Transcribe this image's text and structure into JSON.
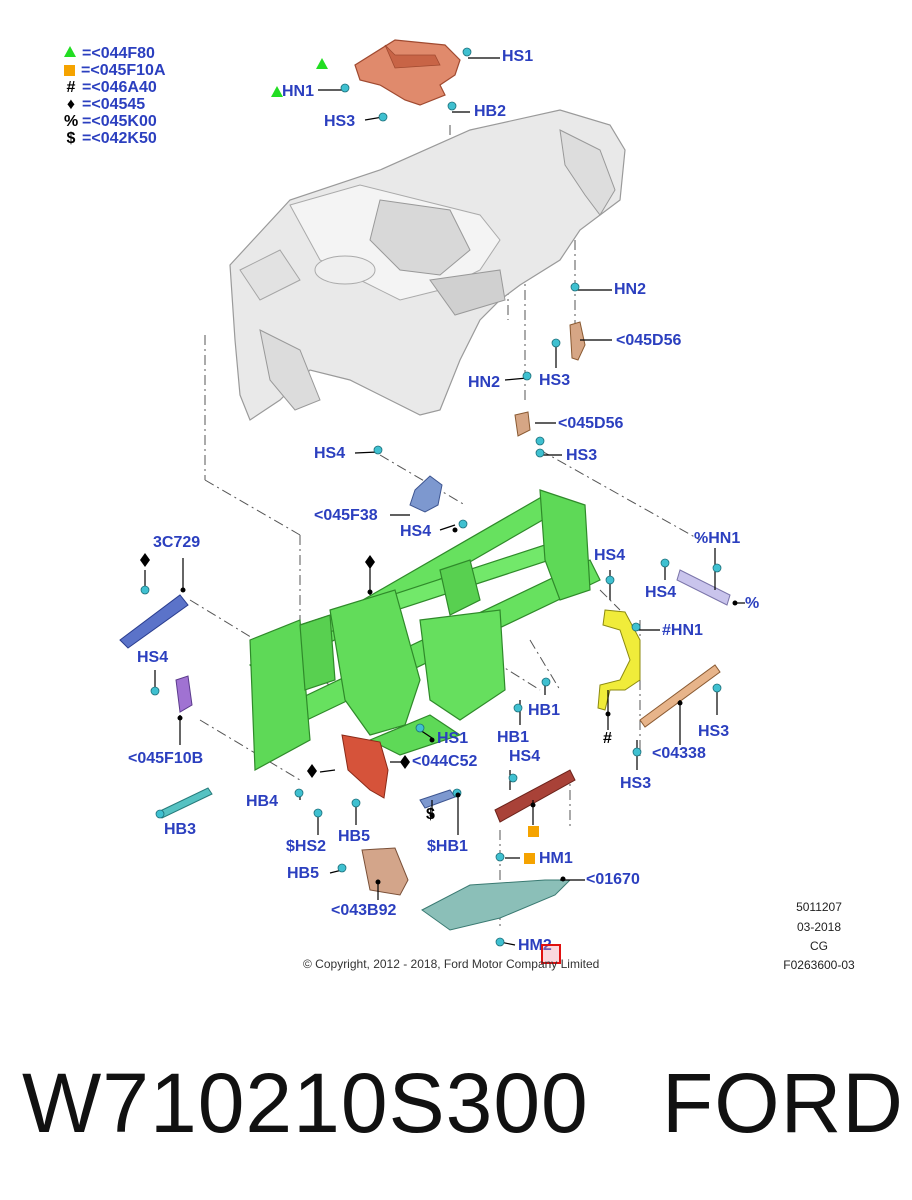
{
  "legend": [
    {
      "symbol": "triangle",
      "text": "=<044F80"
    },
    {
      "symbol": "square",
      "text": "=<045F10A"
    },
    {
      "symbol": "#",
      "text": "=<046A40"
    },
    {
      "symbol": "♦",
      "text": "=<04545"
    },
    {
      "symbol": "%",
      "text": "=<045K00"
    },
    {
      "symbol": "$",
      "text": "=<042K50"
    }
  ],
  "callouts": {
    "hs1_top": "HS1",
    "hn1_top": "HN1",
    "hb2": "HB2",
    "hs3_top": "HS3",
    "hn2_right": "HN2",
    "c045d56_a": "<045D56",
    "hn2_mid": "HN2",
    "hs3_mid": "HS3",
    "c045d56_b": "<045D56",
    "hs3_mid2": "HS3",
    "hs4_a": "HS4",
    "c045f38": "<045F38",
    "hs4_b": "HS4",
    "c3c729": "3C729",
    "hn1_right": "%HN1",
    "hs4_right": "HS4",
    "hs4_right2": "HS4",
    "pct": "%",
    "hn1_hash": "#HN1",
    "hs4_left": "HS4",
    "hb1_a": "HB1",
    "hb1_b": "HB1",
    "hs3_right": "HS3",
    "c045f10b": "<045F10B",
    "hs1_mid": "HS1",
    "c044c52": "<044C52",
    "hs4_low": "HS4",
    "c04338": "<04338",
    "hs3_low": "HS3",
    "hash": "#",
    "hb4": "HB4",
    "hb3": "HB3",
    "hs2": "$HS2",
    "hb5_a": "HB5",
    "hb1_c": "$HB1",
    "dollar": "$",
    "hm1": "HM1",
    "hb5_b": "HB5",
    "c01670": "<01670",
    "c043b92": "<043B92",
    "hm2": "HM2"
  },
  "reference": [
    "5011207",
    "03-2018",
    "CG",
    "F0263600-03"
  ],
  "copyright": "© Copyright, 2012 - 2018, Ford Motor Company Limited",
  "footer": {
    "part_number": "W710210S300",
    "brand": "FORD"
  },
  "colors": {
    "callout": "#2b3fbf",
    "frame": "#5fe05a",
    "bracket_top": "#d9775a",
    "fastener": "#38b8c8",
    "highlight": "#e01010"
  }
}
